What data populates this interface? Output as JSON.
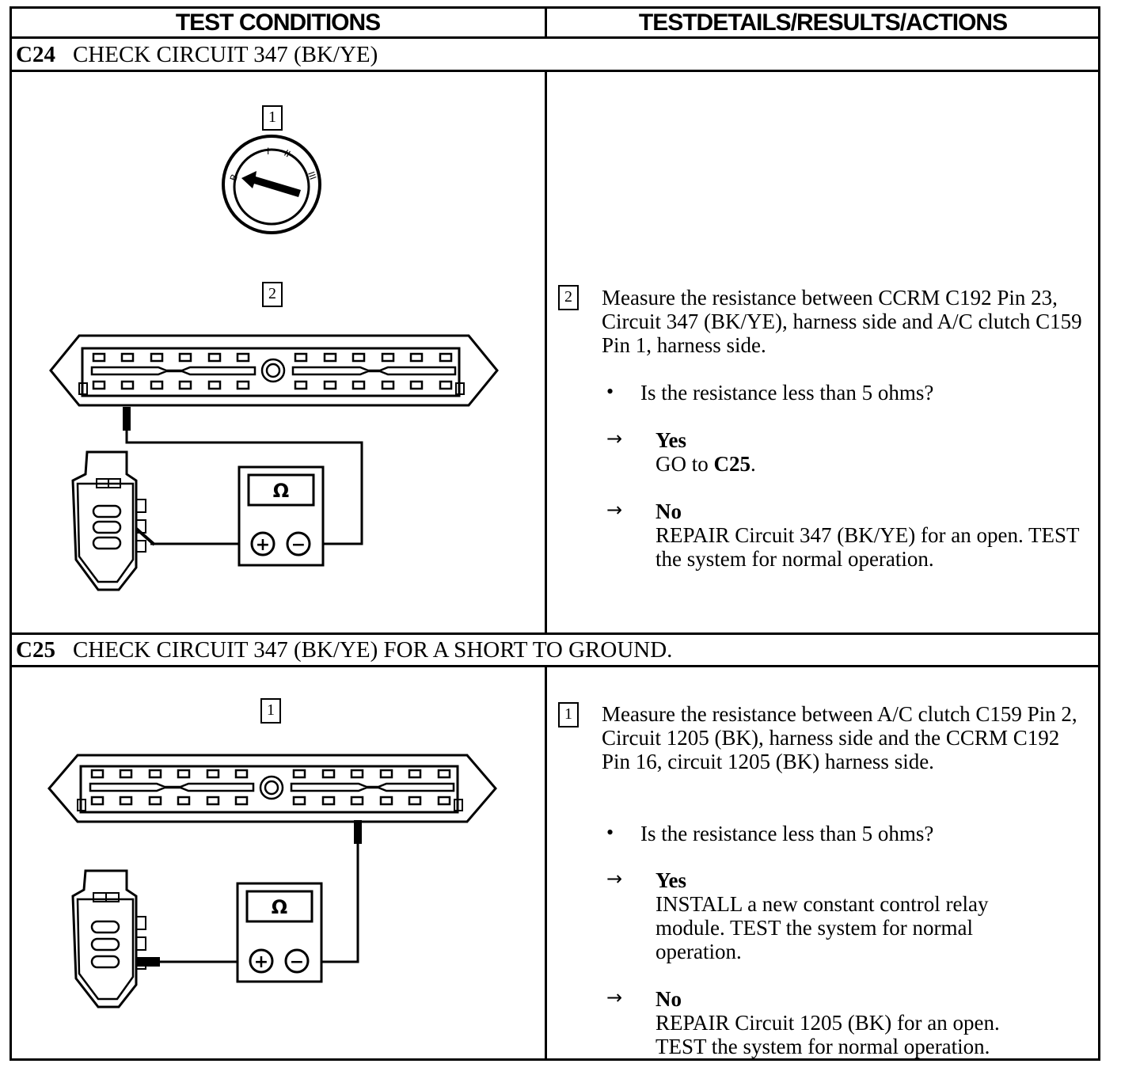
{
  "header": {
    "left": "TEST CONDITIONS",
    "right": "TESTDETAILS/RESULTS/ACTIONS"
  },
  "c24": {
    "code": "C24",
    "title": "CHECK CIRCUIT 347 (BK/YE)",
    "step1_number": "1",
    "step2_number": "2",
    "detail_number": "2",
    "detail_text": "Measure the resistance between CCRM C192 Pin 23, Circuit 347 (BK/YE), harness side and A/C clutch C159 Pin 1, harness side.",
    "question": "Is the resistance less than 5 ohms?",
    "yes_label": "Yes",
    "yes_action_prefix": "GO to ",
    "yes_action_ref": "C25",
    "yes_action_suffix": ".",
    "no_label": "No",
    "no_action": "REPAIR Circuit 347 (BK/YE) for an open. TEST the system for normal operation.",
    "ignition_marks": [
      "B",
      "I",
      "II",
      "III"
    ],
    "meter_symbol": "Ω"
  },
  "c25": {
    "code": "C25",
    "title": "CHECK CIRCUIT 347 (BK/YE) FOR A SHORT TO GROUND.",
    "step1_number": "1",
    "detail_number": "1",
    "detail_text": "Measure the resistance between A/C clutch C159 Pin 2, Circuit 1205 (BK), harness side and the CCRM C192 Pin 16, circuit 1205 (BK) harness side.",
    "question": "Is the resistance less than 5 ohms?",
    "yes_label": "Yes",
    "yes_action": "INSTALL a new constant control relay module. TEST the system for normal operation.",
    "no_label": "No",
    "no_action": "REPAIR Circuit 1205 (BK) for an open. TEST the system for normal operation.",
    "meter_symbol": "Ω"
  },
  "glyphs": {
    "bullet": "•",
    "arrow": "→",
    "plus": "+",
    "minus": "−"
  }
}
